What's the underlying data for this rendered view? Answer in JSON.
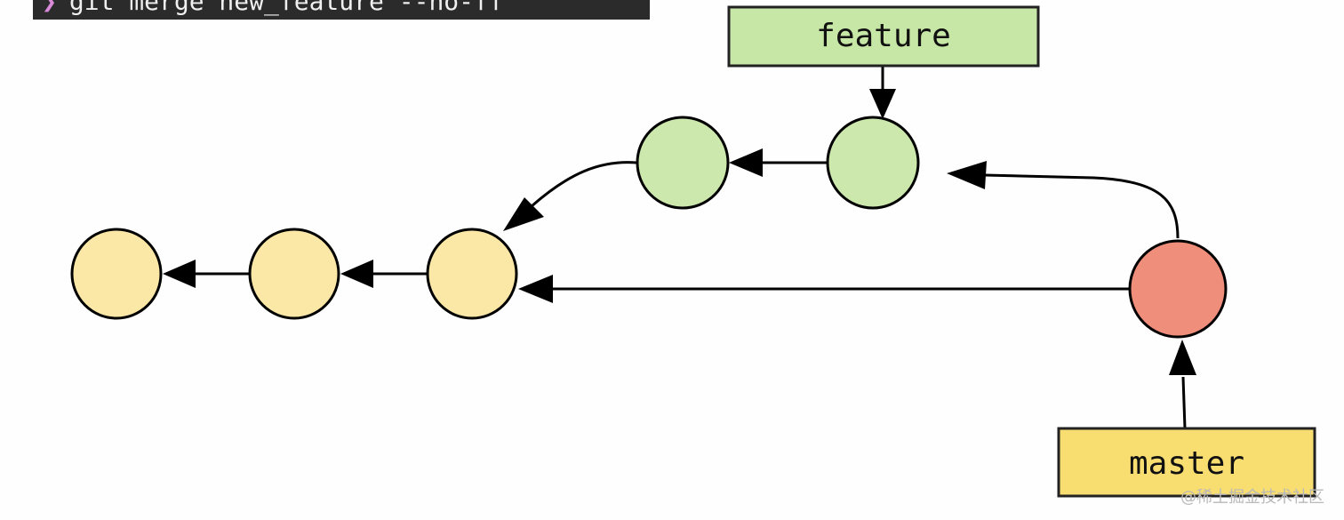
{
  "terminal": {
    "prompt": "❯",
    "command": "git merge new_feature --no-ff"
  },
  "branches": {
    "feature": "feature",
    "master": "master"
  },
  "colors": {
    "main_commit": "#fbe8a6",
    "feature_commit": "#cde8ad",
    "merge_commit": "#ee8e7b",
    "feature_label_bg": "#c6e7a5",
    "master_label_bg": "#f8dd71",
    "stroke": "#000000"
  },
  "watermark": "@稀土掘金技术社区"
}
